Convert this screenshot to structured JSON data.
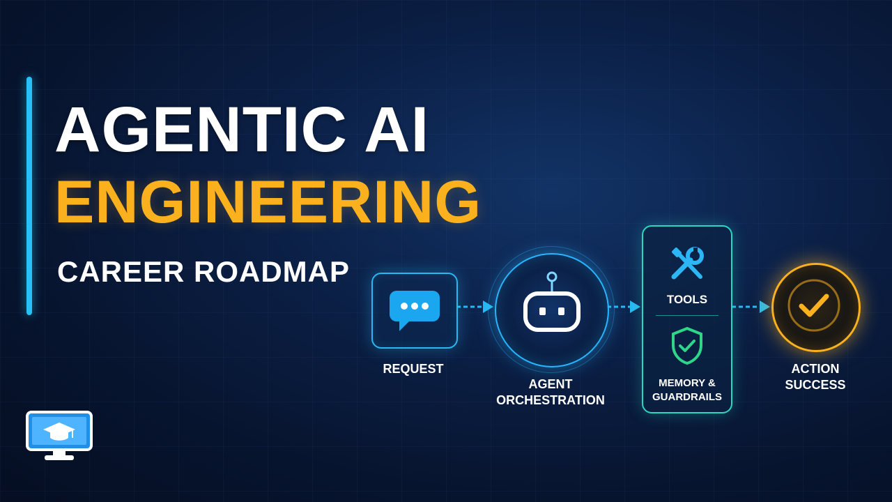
{
  "headline": {
    "line1": "AGENTIC AI",
    "line2": "ENGINEERING",
    "subtitle": "CAREER ROADMAP"
  },
  "flow": {
    "steps": [
      {
        "label": "REQUEST",
        "icon": "chat-bubble-icon"
      },
      {
        "label": "AGENT\nORCHESTRATION",
        "icon": "robot-icon"
      },
      {
        "label": "TOOLS",
        "icon": "tools-icon"
      },
      {
        "label": "MEMORY &\nGUARDRAILS",
        "icon": "shield-check-icon"
      },
      {
        "label": "ACTION\nSUCCESS",
        "icon": "check-circle-icon"
      }
    ]
  },
  "logo": {
    "icon": "graduation-cap-monitor-icon"
  },
  "colors": {
    "accent_blue": "#26c2f5",
    "accent_teal": "#2ad7c4",
    "accent_gold": "#fbb11e",
    "background": "#07142e"
  }
}
